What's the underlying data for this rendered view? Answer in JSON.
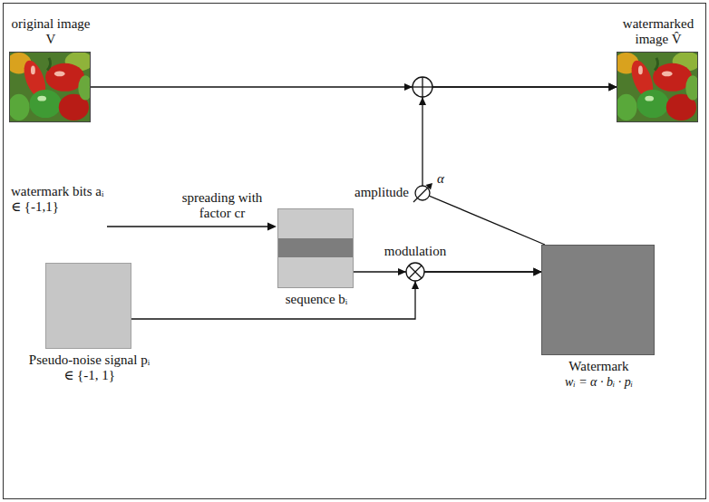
{
  "diagram": {
    "nodes": [
      {
        "text": [
          "original image V"
        ]
      },
      {
        "text": [
          "watermarked image V̂"
        ]
      },
      {
        "text": [
          "sequence bᵢ"
        ]
      },
      {
        "text": [
          "Pseudo-noise signal pᵢ ∈ {-1, 1}"
        ]
      },
      {
        "text": [
          "Watermark",
          "wᵢ = α · bᵢ · pᵢ"
        ]
      }
    ],
    "edges": [
      {
        "from": 0,
        "to": 1,
        "arrow": "to"
      },
      {
        "from": 4,
        "to": 1,
        "arrow": "to",
        "label": "amplitude"
      },
      {
        "from": 2,
        "to": 4,
        "arrow": "to"
      },
      {
        "from": 3,
        "to": 4,
        "arrow": "to"
      }
    ],
    "labels": [
      "watermark bits aᵢ ∈ {-1,1}",
      "spreading with factor cr",
      "modulation",
      "α"
    ]
  }
}
